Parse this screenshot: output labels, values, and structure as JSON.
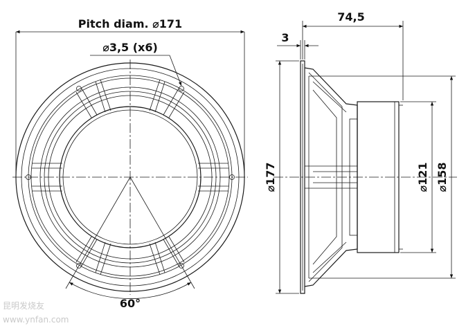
{
  "labels": {
    "pitch_diameter": "Pitch diam. ⌀171",
    "hole_spec": "⌀3,5 (x6)",
    "hole_angle": "60°",
    "depth": "74,5",
    "flange_thickness": "3",
    "outer_diameter": "⌀177",
    "magnet_diameter": "⌀121",
    "cutout_diameter": "⌀158"
  },
  "watermark": {
    "cjk": "昆明发烧友",
    "url": "www.ynfan.com"
  }
}
